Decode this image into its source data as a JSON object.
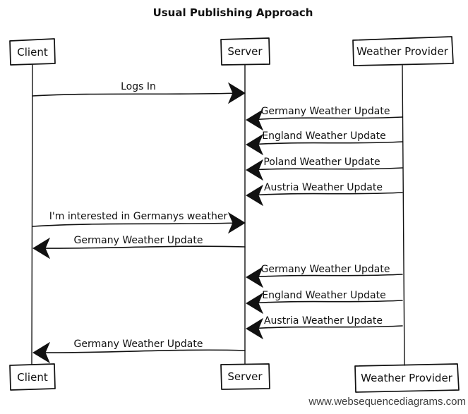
{
  "diagram": {
    "title": "Usual Publishing Approach",
    "watermark": "www.websequencediagrams.com",
    "style": {
      "stroke_color": "#111111",
      "background_color": "#ffffff"
    }
  },
  "actors": [
    {
      "id": "client",
      "label": "Client"
    },
    {
      "id": "server",
      "label": "Server"
    },
    {
      "id": "weather-provider",
      "label": "Weather Provider"
    }
  ],
  "messages": [
    {
      "from": "Client",
      "to": "Server",
      "label": "Logs In"
    },
    {
      "from": "Weather Provider",
      "to": "Server",
      "label": "Germany Weather Update"
    },
    {
      "from": "Weather Provider",
      "to": "Server",
      "label": "England Weather Update"
    },
    {
      "from": "Weather Provider",
      "to": "Server",
      "label": "Poland Weather Update"
    },
    {
      "from": "Weather Provider",
      "to": "Server",
      "label": "Austria Weather Update"
    },
    {
      "from": "Client",
      "to": "Server",
      "label": "I'm interested in Germanys weather"
    },
    {
      "from": "Server",
      "to": "Client",
      "label": "Germany Weather Update"
    },
    {
      "from": "Weather Provider",
      "to": "Server",
      "label": "Germany Weather Update"
    },
    {
      "from": "Weather Provider",
      "to": "Server",
      "label": "England Weather Update"
    },
    {
      "from": "Weather Provider",
      "to": "Server",
      "label": "Austria Weather Update"
    },
    {
      "from": "Server",
      "to": "Client",
      "label": "Germany Weather Update"
    }
  ]
}
